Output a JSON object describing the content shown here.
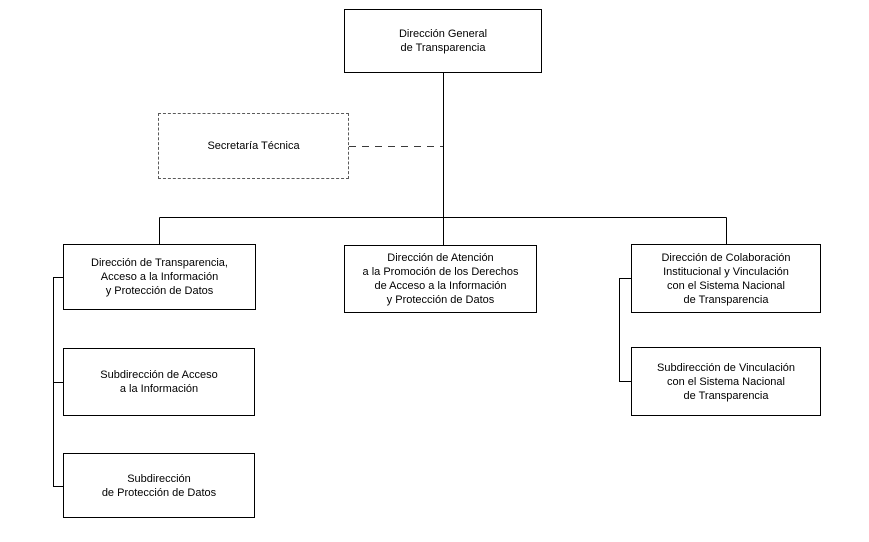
{
  "colors": {
    "background": "#ffffff",
    "box_border": "#000000",
    "dashed_border": "#5a5a5a",
    "line": "#000000",
    "text": "#000000"
  },
  "diagram": {
    "kind": "organizational-chart",
    "nodes": [
      {
        "id": "direccion-general",
        "label": "Dirección General\nde Transparencia",
        "border": "solid",
        "reports_to": null,
        "connector": "solid"
      },
      {
        "id": "secretaria-tecnica",
        "label": "Secretaría Técnica",
        "border": "dashed",
        "reports_to": "direccion-general",
        "connector": "dashed"
      },
      {
        "id": "direccion-transparencia",
        "label": "Dirección de Transparencia,\nAcceso a la Información\ny Protección de Datos",
        "border": "solid",
        "reports_to": "direccion-general",
        "connector": "solid"
      },
      {
        "id": "direccion-atencion",
        "label": "Dirección de Atención\na la Promoción de los Derechos\nde Acceso a la Información\ny Protección de Datos",
        "border": "solid",
        "reports_to": "direccion-general",
        "connector": "solid"
      },
      {
        "id": "direccion-colaboracion",
        "label": "Dirección de Colaboración\nInstitucional y Vinculación\ncon el Sistema Nacional\nde Transparencia",
        "border": "solid",
        "reports_to": "direccion-general",
        "connector": "solid"
      },
      {
        "id": "subdireccion-acceso",
        "label": "Subdirección de Acceso\na la Información",
        "border": "solid",
        "reports_to": "direccion-transparencia",
        "connector": "solid"
      },
      {
        "id": "subdireccion-proteccion",
        "label": "Subdirección\nde Protección de Datos",
        "border": "solid",
        "reports_to": "direccion-transparencia",
        "connector": "solid"
      },
      {
        "id": "subdireccion-vinculacion",
        "label": "Subdirección de Vinculación\ncon el Sistema Nacional\nde Transparencia",
        "border": "solid",
        "reports_to": "direccion-colaboracion",
        "connector": "solid"
      }
    ]
  }
}
